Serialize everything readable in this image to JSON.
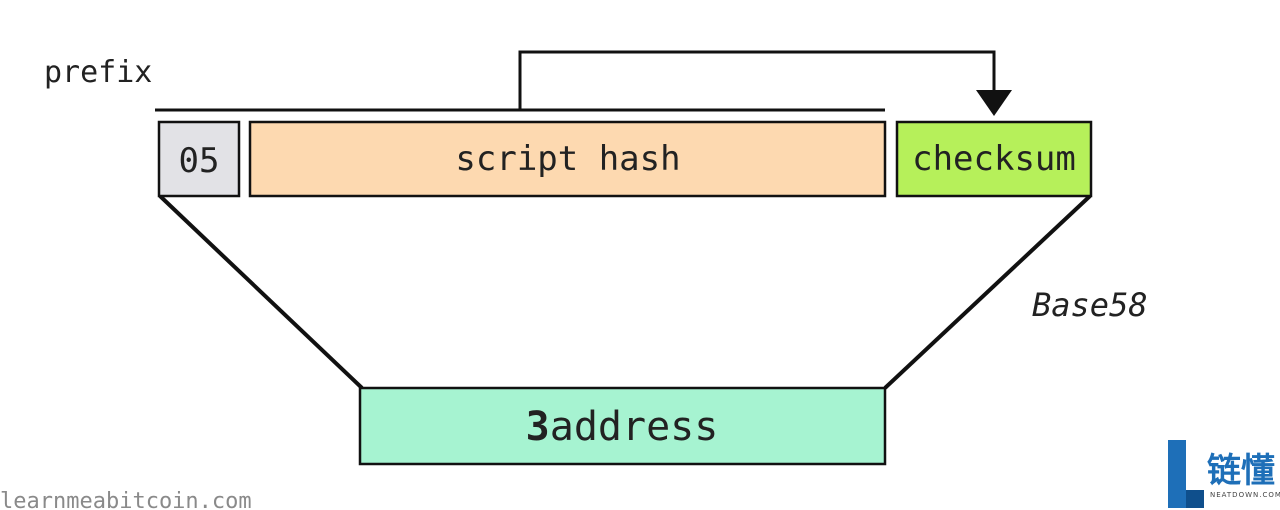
{
  "labels": {
    "prefix": "prefix",
    "prefix_value": "05",
    "script_hash": "script hash",
    "checksum": "checksum",
    "encoding": "Base58",
    "address_leading_char": "3",
    "address_rest": "address",
    "source": "learnmeabitcoin.com"
  },
  "logo": {
    "chinese": "链懂",
    "sub": "NEATDOWN.COM"
  },
  "colors": {
    "prefix_box": "#e2e2e6",
    "script_hash_box": "#fdd9b0",
    "checksum_box": "#b6f05a",
    "address_box": "#a6f3d1",
    "logo_blue": "#1e6fb8"
  }
}
